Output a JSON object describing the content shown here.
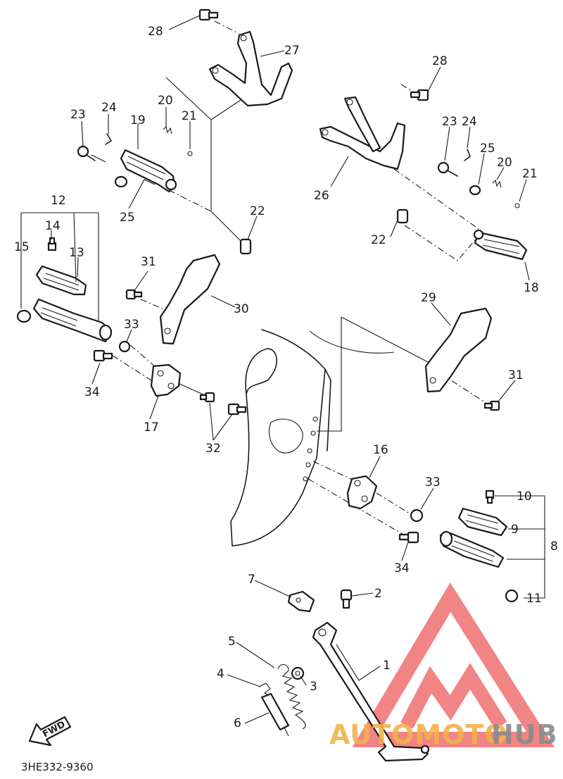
{
  "diagram": {
    "drawing_code": "3HE332-9360",
    "fwd_label": "FWD",
    "labels": [
      {
        "id": "1",
        "text": "1"
      },
      {
        "id": "2",
        "text": "2"
      },
      {
        "id": "3",
        "text": "3"
      },
      {
        "id": "4",
        "text": "4"
      },
      {
        "id": "5",
        "text": "5"
      },
      {
        "id": "6",
        "text": "6"
      },
      {
        "id": "7",
        "text": "7"
      },
      {
        "id": "8",
        "text": "8"
      },
      {
        "id": "9",
        "text": "9"
      },
      {
        "id": "10",
        "text": "10"
      },
      {
        "id": "11",
        "text": "11"
      },
      {
        "id": "12",
        "text": "12"
      },
      {
        "id": "13",
        "text": "13"
      },
      {
        "id": "14",
        "text": "14"
      },
      {
        "id": "15",
        "text": "15"
      },
      {
        "id": "16",
        "text": "16"
      },
      {
        "id": "17",
        "text": "17"
      },
      {
        "id": "18",
        "text": "18"
      },
      {
        "id": "19",
        "text": "19"
      },
      {
        "id": "20a",
        "text": "20"
      },
      {
        "id": "20b",
        "text": "20"
      },
      {
        "id": "21a",
        "text": "21"
      },
      {
        "id": "21b",
        "text": "21"
      },
      {
        "id": "22a",
        "text": "22"
      },
      {
        "id": "22b",
        "text": "22"
      },
      {
        "id": "23a",
        "text": "23"
      },
      {
        "id": "23b",
        "text": "23"
      },
      {
        "id": "24a",
        "text": "24"
      },
      {
        "id": "24b",
        "text": "24"
      },
      {
        "id": "25a",
        "text": "25"
      },
      {
        "id": "25b",
        "text": "25"
      },
      {
        "id": "26",
        "text": "26"
      },
      {
        "id": "27",
        "text": "27"
      },
      {
        "id": "28a",
        "text": "28"
      },
      {
        "id": "28b",
        "text": "28"
      },
      {
        "id": "29",
        "text": "29"
      },
      {
        "id": "30",
        "text": "30"
      },
      {
        "id": "31a",
        "text": "31"
      },
      {
        "id": "31b",
        "text": "31"
      },
      {
        "id": "32",
        "text": "32"
      },
      {
        "id": "33a",
        "text": "33"
      },
      {
        "id": "33b",
        "text": "33"
      },
      {
        "id": "34a",
        "text": "34"
      },
      {
        "id": "34b",
        "text": "34"
      }
    ]
  },
  "watermark": {
    "text_part1": "AUTOMOTO",
    "text_part2": "HUB",
    "color_part1": "#f2b24a",
    "color_part2": "#8a8a8a",
    "logo_color": "#ef6f6f"
  }
}
